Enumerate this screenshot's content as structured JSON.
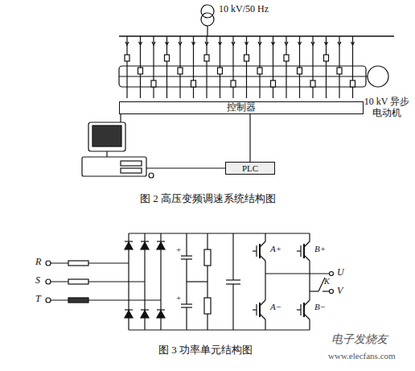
{
  "diagram": {
    "nodes": [
      {
        "text": [
          "控制器"
        ]
      },
      {
        "text": [
          "PLC"
        ]
      }
    ],
    "edges": [
      {
        "from": 0,
        "to": 1,
        "arrow": "none"
      }
    ],
    "labels": [
      "10 kV/50 Hz",
      "10 kV 异步 电动机",
      "图 2 高压变频调速系统结构图",
      "R",
      "S",
      "T",
      "A+",
      "B+",
      "A−",
      "B−",
      "U",
      "V",
      "K",
      "图 3 功率单元结构图",
      "电子发烧友",
      "www.elecfans.com",
      "+",
      "+"
    ]
  }
}
